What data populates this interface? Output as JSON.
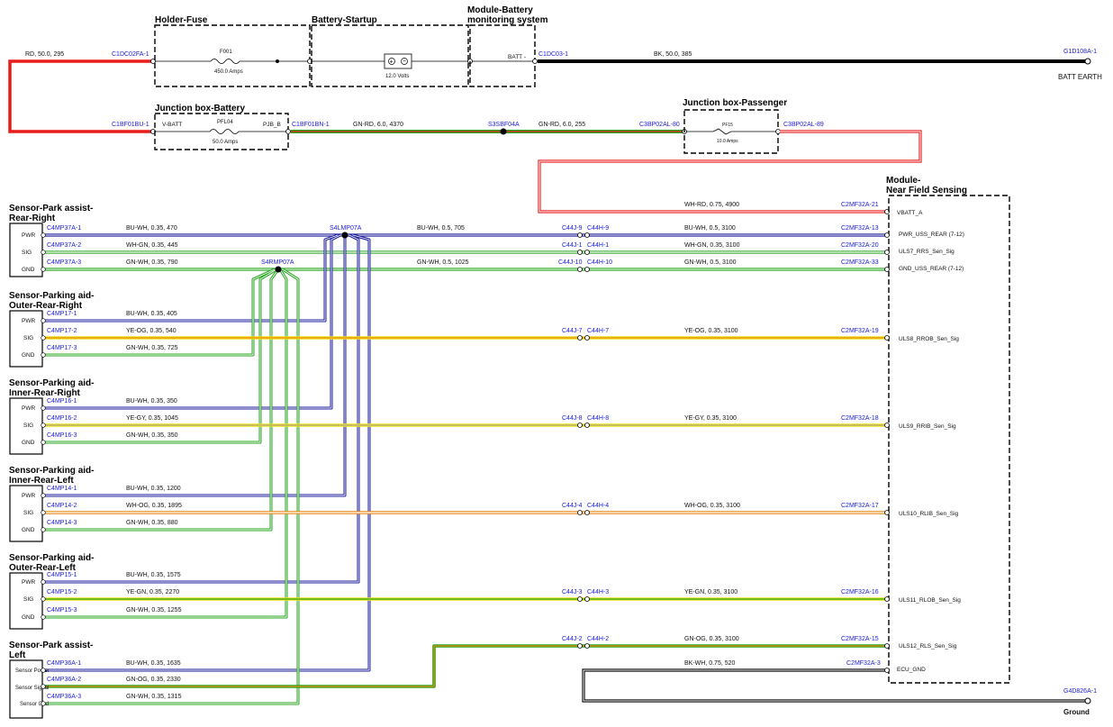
{
  "components": {
    "holder_fuse": {
      "title": "Holder-Fuse",
      "fuse_id": "F001",
      "rating": "450.0 Amps"
    },
    "battery_startup": {
      "title": "Battery-Startup",
      "voltage": "12.0 Volts"
    },
    "bms": {
      "title1": "Module-Battery",
      "title2": "monitoring system",
      "pin": "BATT -"
    },
    "jb_battery": {
      "title": "Junction box-Battery",
      "pin_in": "V-BATT",
      "fuse_id": "PFL04",
      "pin_out": "PJB_B",
      "rating": "50.0 Amps"
    },
    "jb_passenger": {
      "title": "Junction box-Passenger",
      "fuse_id": "PF15",
      "rating": "10.0 Amps"
    },
    "nfs": {
      "title1": "Module-",
      "title2": "Near Field Sensing",
      "pins": [
        "VBATT_A",
        "PWR_USS_REAR (7-12)",
        "ULS7_RRS_Sen_Sig",
        "GND_USS_REAR (7-12)",
        "ULS8_RROB_Sen_Sig",
        "ULS9_RRIB_Sen_Sig",
        "ULS10_RLIB_Sen_Sig",
        "ULS11_RLOB_Sen_Sig",
        "ULS12_RLS_Sen_Sig",
        "ECU_GND"
      ]
    },
    "grounds": {
      "batt_earth_conn": "G1D108A-1",
      "batt_earth": "BATT EARTH",
      "ground_conn": "G4D826A-1",
      "ground": "Ground"
    }
  },
  "connectors": {
    "c1dc02fa": "C1DC02FA-1",
    "c1dc03": "C1DC03-1",
    "c1bf01bu": "C1BF01BU-1",
    "c1bf01bn": "C1BF01BN-1",
    "s3sbf04a": "S3SBF04A",
    "c3bp02al80": "C3BP02AL-80",
    "c3bp02al89": "C3BP02AL-89",
    "s4lmp07a": "S4LMP07A",
    "s4rmp07a": "S4RMP07A"
  },
  "wires": {
    "rd_main": "RD, 50.0, 295",
    "bk_main": "BK, 50.0, 385",
    "gnrd_1": "GN-RD, 6.0, 4370",
    "gnrd_2": "GN-RD, 6.0, 255",
    "whrd": "WH-RD, 0.75, 4900",
    "buwh_trunk": "BU-WH, 0.5, 705",
    "gnwh_trunk": "GN-WH, 0.5, 1025",
    "bkwh": "BK-WH, 0.75, 520"
  },
  "sensors": [
    {
      "title1": "Sensor-Park assist-",
      "title2": "Rear-Right",
      "pins": [
        "PWR",
        "SIG",
        "GND"
      ],
      "conns": [
        "C4MP37A-1",
        "C4MP37A-2",
        "C4MP37A-3"
      ],
      "wires": [
        "BU-WH, 0.35, 470",
        "WH-GN, 0.35, 445",
        "GN-WH, 0.35, 790"
      ]
    },
    {
      "title1": "Sensor-Parking aid-",
      "title2": "Outer-Rear-Right",
      "pins": [
        "PWR",
        "SIG",
        "GND"
      ],
      "conns": [
        "C4MP17-1",
        "C4MP17-2",
        "C4MP17-3"
      ],
      "wires": [
        "BU-WH, 0.35, 405",
        "YE-OG, 0.35, 540",
        "GN-WH, 0.35, 725"
      ]
    },
    {
      "title1": "Sensor-Parking aid-",
      "title2": "Inner-Rear-Right",
      "pins": [
        "PWR",
        "SIG",
        "GND"
      ],
      "conns": [
        "C4MP16-1",
        "C4MP16-2",
        "C4MP16-3"
      ],
      "wires": [
        "BU-WH, 0.35, 350",
        "YE-GY, 0.35, 1045",
        "GN-WH, 0.35, 350"
      ]
    },
    {
      "title1": "Sensor-Parking aid-",
      "title2": "Inner-Rear-Left",
      "pins": [
        "PWR",
        "SIG",
        "GND"
      ],
      "conns": [
        "C4MP14-1",
        "C4MP14-2",
        "C4MP14-3"
      ],
      "wires": [
        "BU-WH, 0.35, 1200",
        "WH-OG, 0.35, 1895",
        "GN-WH, 0.35, 880"
      ]
    },
    {
      "title1": "Sensor-Parking aid-",
      "title2": "Outer-Rear-Left",
      "pins": [
        "PWR",
        "SIG",
        "GND"
      ],
      "conns": [
        "C4MP15-1",
        "C4MP15-2",
        "C4MP15-3"
      ],
      "wires": [
        "BU-WH, 0.35, 1575",
        "YE-GN, 0.35, 2270",
        "GN-WH, 0.35, 1255"
      ]
    },
    {
      "title1": "Sensor-Park assist-",
      "title2": "Left",
      "pins": [
        "Sensor Power",
        "Sensor Signal",
        "Sensor Gnd"
      ],
      "conns": [
        "C4MP36A-1",
        "C4MP36A-2",
        "C4MP36A-3"
      ],
      "wires": [
        "BU-WH, 0.35, 1635",
        "GN-OG, 0.35, 2330",
        "GN-WH, 0.35, 1315"
      ]
    }
  ],
  "inline": [
    {
      "a": "C44J-9",
      "b": "C44H-9",
      "wire": "BU-WH, 0.5, 3100",
      "nfs": "C2MF32A-13"
    },
    {
      "a": "C44J-1",
      "b": "C44H-1",
      "wire": "WH-GN, 0.35, 3100",
      "nfs": "C2MF32A-20"
    },
    {
      "a": "C44J-10",
      "b": "C44H-10",
      "wire": "GN-WH, 0.5, 3100",
      "nfs": "C2MF32A-33"
    },
    {
      "a": "C44J-7",
      "b": "C44H-7",
      "wire": "YE-OG, 0.35, 3100",
      "nfs": "C2MF32A-19"
    },
    {
      "a": "C44J-8",
      "b": "C44H-8",
      "wire": "YE-GY, 0.35, 3100",
      "nfs": "C2MF32A-18"
    },
    {
      "a": "C44J-4",
      "b": "C44H-4",
      "wire": "WH-OG, 0.35, 3100",
      "nfs": "C2MF32A-17"
    },
    {
      "a": "C44J-3",
      "b": "C44H-3",
      "wire": "YE-GN, 0.35, 3100",
      "nfs": "C2MF32A-16"
    },
    {
      "a": "C44J-2",
      "b": "C44H-2",
      "wire": "GN-OG, 0.35, 3100",
      "nfs": "C2MF32A-15"
    }
  ],
  "nfs_conns": {
    "vbatt": "C2MF32A-21",
    "ecu_gnd": "C2MF32A-3"
  },
  "colors": {
    "blue": "#1c1c9c",
    "green": "#27a51f",
    "yellow": "#f2e21a",
    "orange": "#e98a13",
    "red": "#e81c1c",
    "black": "#000000",
    "connector_blue": "#1a1adb"
  }
}
